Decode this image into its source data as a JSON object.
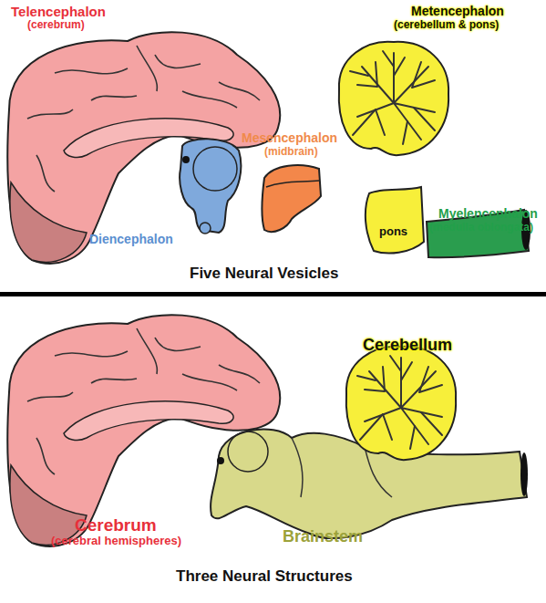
{
  "diagram": {
    "labels": [
      "Telencephalon",
      "(cerebrum)",
      "Metencephalon",
      "(cerebellum & pons)",
      "Mesencephalon",
      "(midbrain)",
      "Diencephalon",
      "pons",
      "Myelencephalon",
      "(medulla oblongata)",
      "Five Neural Vesicles",
      "Cerebellum",
      "Cerebrum",
      "(cerebral hemispheres)",
      "Brainstem",
      "Three Neural Structures"
    ]
  }
}
